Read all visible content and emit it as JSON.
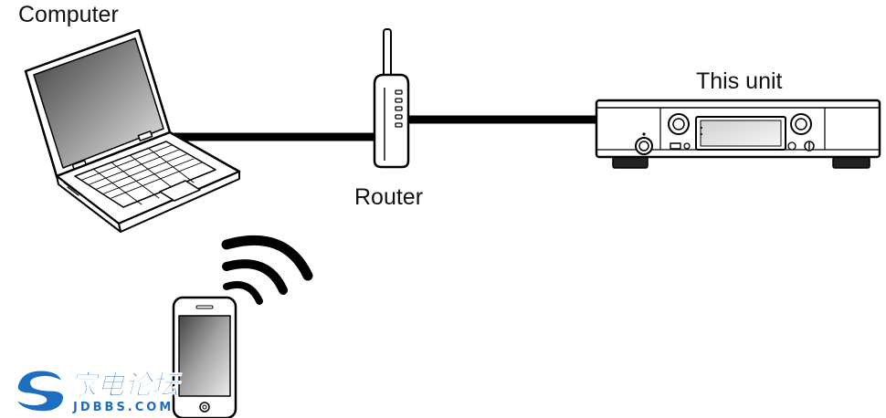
{
  "labels": {
    "computer": "Computer",
    "router": "Router",
    "unit": "This unit"
  },
  "watermark": {
    "brand_cn": "家电论坛",
    "brand_en": "JDBBS.COM",
    "color": "#1b6fc0"
  },
  "icons": [
    "laptop-icon",
    "router-icon",
    "network-player-icon",
    "smartphone-icon",
    "wifi-waves-icon"
  ]
}
